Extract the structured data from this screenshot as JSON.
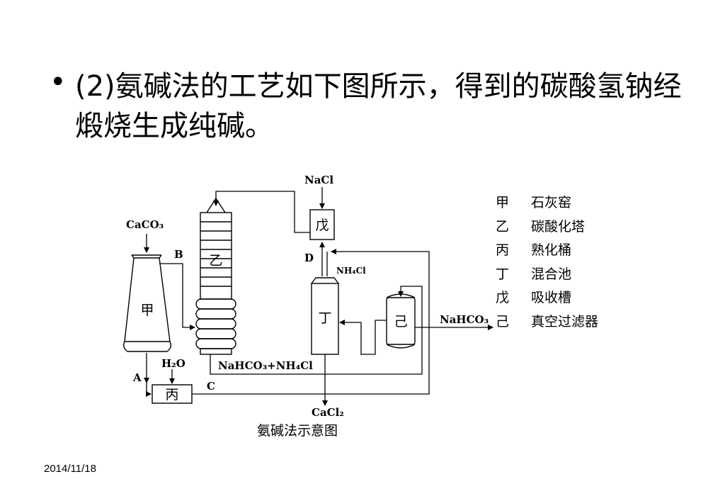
{
  "slide": {
    "bullet": "•",
    "title": "(2)氨碱法的工艺如下图所示，得到的碳酸氢钠经煅烧生成纯碱。",
    "date": "2014/11/18"
  },
  "diagram": {
    "caption": "氨碱法示意图",
    "units": {
      "jia": "甲",
      "yi": "乙",
      "bing": "丙",
      "ding": "丁",
      "wu": "戊",
      "ji": "己"
    },
    "inputs": {
      "caco3": "CaCO₃",
      "nacl": "NaCl",
      "h2o": "H₂O"
    },
    "outputs": {
      "nahco3": "NaHCO₃",
      "cacl2": "CaCl₂"
    },
    "streams": {
      "a": "A",
      "b": "B",
      "c": "C",
      "d": "D",
      "nh4cl": "NH₄Cl",
      "mix": "NaHCO₃+NH₄Cl"
    },
    "legend": [
      {
        "key": "甲",
        "name": "石灰窑"
      },
      {
        "key": "乙",
        "name": "碳酸化塔"
      },
      {
        "key": "丙",
        "name": "熟化桶"
      },
      {
        "key": "丁",
        "name": "混合池"
      },
      {
        "key": "戊",
        "name": "吸收槽"
      },
      {
        "key": "己",
        "name": "真空过滤器"
      }
    ]
  }
}
